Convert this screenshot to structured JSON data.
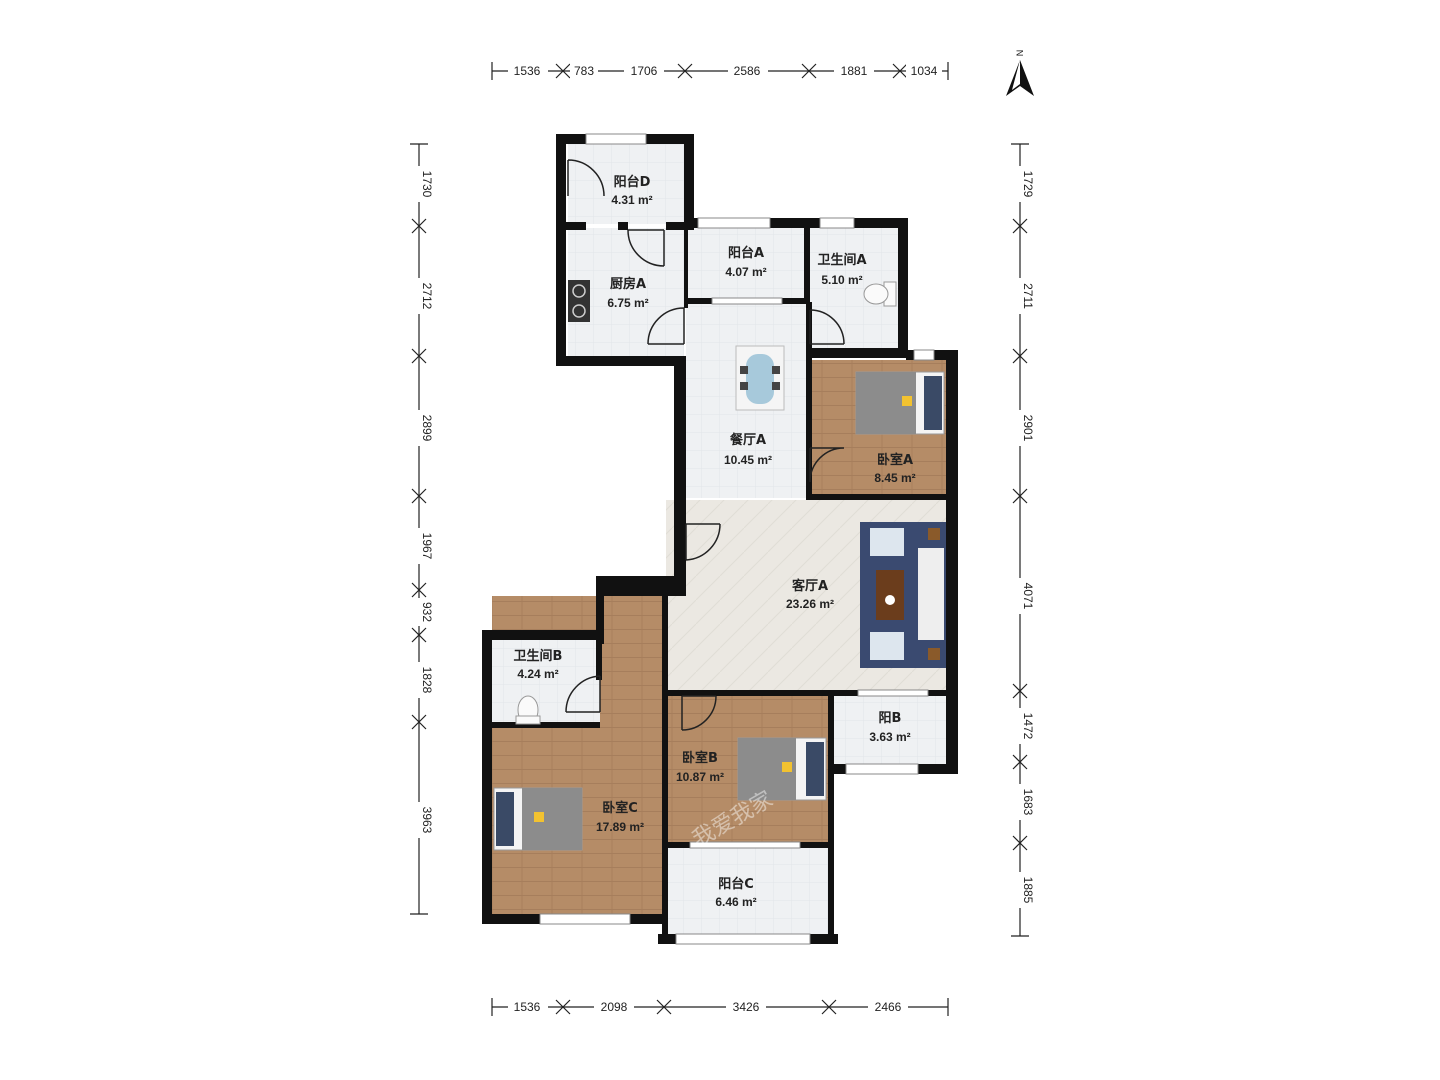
{
  "dimensions": {
    "top": [
      "1536",
      "783",
      "1706",
      "2586",
      "1881",
      "1034"
    ],
    "bottom": [
      "1536",
      "2098",
      "3426",
      "2466"
    ],
    "left": [
      "1730",
      "2712",
      "2899",
      "1967",
      "932",
      "1828",
      "3963"
    ],
    "right": [
      "1729",
      "2711",
      "2901",
      "4071",
      "1472",
      "1683",
      "1885"
    ]
  },
  "compass": {
    "label": "N"
  },
  "rooms": {
    "balcony_d": {
      "name": "阳台D",
      "area": "4.31 m²"
    },
    "kitchen_a": {
      "name": "厨房A",
      "area": "6.75 m²"
    },
    "balcony_a": {
      "name": "阳台A",
      "area": "4.07 m²"
    },
    "bath_a": {
      "name": "卫生间A",
      "area": "5.10 m²"
    },
    "dining_a": {
      "name": "餐厅A",
      "area": "10.45 m²"
    },
    "bedroom_a": {
      "name": "卧室A",
      "area": "8.45 m²"
    },
    "living_a": {
      "name": "客厅A",
      "area": "23.26 m²"
    },
    "bath_b": {
      "name": "卫生间B",
      "area": "4.24 m²"
    },
    "bedroom_b": {
      "name": "卧室B",
      "area": "10.87 m²"
    },
    "balcony_b": {
      "name": "阳B",
      "area": "3.63 m²"
    },
    "bedroom_c": {
      "name": "卧室C",
      "area": "17.89 m²"
    },
    "balcony_c": {
      "name": "阳台C",
      "area": "6.46 m²"
    }
  },
  "watermark": "我爱我家",
  "colors": {
    "wall": "#111111",
    "tile": "#eceef0",
    "wood": "#b08a67",
    "carpet": "#e8e5df",
    "bed": "#5a6a7a",
    "sofa": "#3a4a6a"
  }
}
